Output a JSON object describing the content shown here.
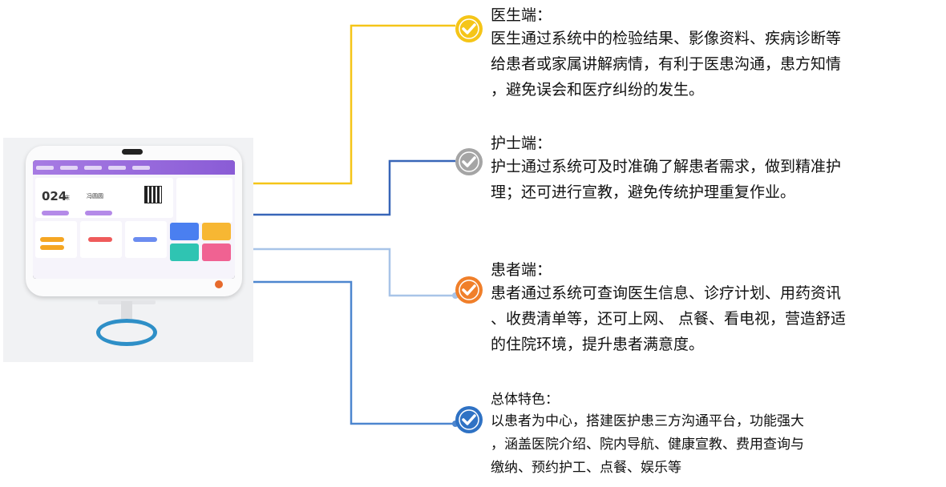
{
  "sections": [
    {
      "title": "医生端：",
      "lines": [
        "医生通过系统中的检验结果、影像资料、疾病诊断等",
        "给患者或家属讲解病情，有利于医患沟通，患方知情",
        "，避免误会和医疗纠纷的发生。"
      ],
      "color": "#f5c518"
    },
    {
      "title": "护士端：",
      "lines": [
        "护士通过系统可及时准确了解患者需求，做到精准护",
        "理；还可进行宣教，避免传统护理重复作业。"
      ],
      "color": "#9e9e9e"
    },
    {
      "title": "患者端：",
      "lines": [
        "患者通过系统可查询医生信息、诊疗计划、用药资讯",
        "、收费清单等，还可上网、 点餐、看电视，营造舒适",
        "的住院环境，提升患者满意度。"
      ],
      "color": "#f07f2a"
    },
    {
      "title": "总体特色：",
      "lines": [
        "以患者为中心，搭建医护患三方沟通平台，功能强大",
        "，涵盖医院介绍、院内导航、健康宣教、费用查询与",
        "缴纳、预约护工、点餐、娱乐等"
      ],
      "color": "#2f72c4"
    }
  ],
  "device": {
    "bed_number": "024",
    "bed_unit": "床",
    "patient_name": "冯圆圆"
  },
  "colors": {
    "line_yellow": "#f5c518",
    "line_darkblue": "#3866b8",
    "line_lightblue": "#a8c4e8",
    "line_blue": "#4d86cf"
  }
}
